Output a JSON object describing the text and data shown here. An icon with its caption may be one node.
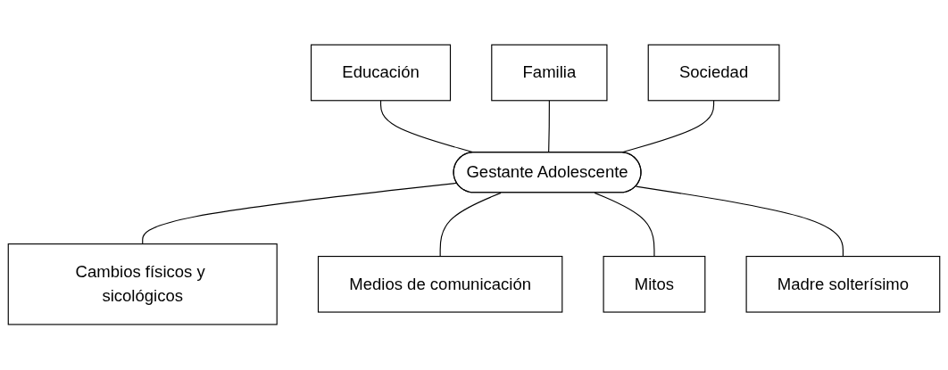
{
  "diagram": {
    "nodes": [
      {
        "text": [
          "Educación"
        ]
      },
      {
        "text": [
          "Familia"
        ]
      },
      {
        "text": [
          "Sociedad"
        ]
      },
      {
        "text": [
          "Gestante Adolescente"
        ]
      },
      {
        "text": [
          "Cambios físicos y sicológicos"
        ]
      },
      {
        "text": [
          "Medios de comunicación"
        ]
      },
      {
        "text": [
          "Mitos"
        ]
      },
      {
        "text": [
          "Madre solterísimo"
        ]
      }
    ],
    "edges": [
      {
        "from": 0,
        "to": 3,
        "arrow": "none"
      },
      {
        "from": 1,
        "to": 3,
        "arrow": "none"
      },
      {
        "from": 2,
        "to": 3,
        "arrow": "none"
      },
      {
        "from": 3,
        "to": 4,
        "arrow": "none"
      },
      {
        "from": 3,
        "to": 5,
        "arrow": "none"
      },
      {
        "from": 3,
        "to": 6,
        "arrow": "none"
      },
      {
        "from": 3,
        "to": 7,
        "arrow": "none"
      }
    ]
  }
}
